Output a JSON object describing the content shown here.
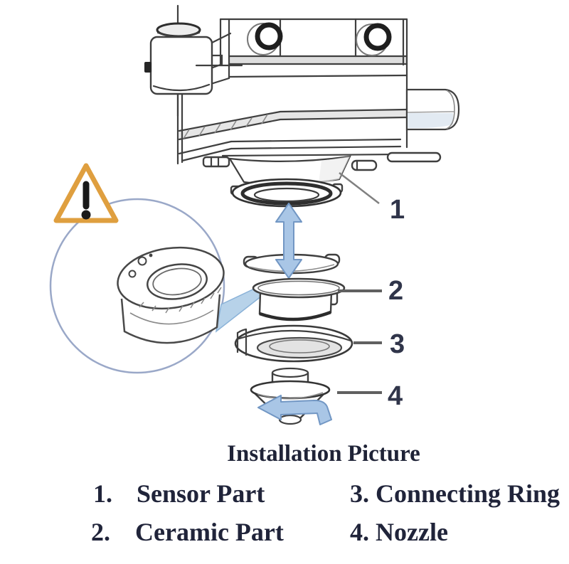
{
  "diagram": {
    "caption": "Installation Picture",
    "callouts": [
      "1",
      "2",
      "3",
      "4"
    ],
    "icons": {
      "warning": "warning-triangle-icon",
      "vertical_arrow": "move-up-down-arrow-icon",
      "horizontal_arrow": "twist-left-arrow-icon",
      "magnifier": "magnifier-circle"
    },
    "colors": {
      "line": "#3f3f3f",
      "arrow_fill": "#a9c6e6",
      "arrow_stroke": "#7297c4",
      "wedge_fill": "#b7d2e9",
      "circle_stroke": "#9aa8c8",
      "warning_orange": "#df9f3f",
      "text": "#20243a",
      "callout_number": "#30354a"
    }
  },
  "legend": {
    "items": [
      {
        "num": "1.",
        "label": "Sensor Part"
      },
      {
        "num": "2.",
        "label": "Ceramic Part"
      },
      {
        "num": "3.",
        "label": "Connecting Ring"
      },
      {
        "num": "4.",
        "label": "Nozzle"
      }
    ]
  }
}
